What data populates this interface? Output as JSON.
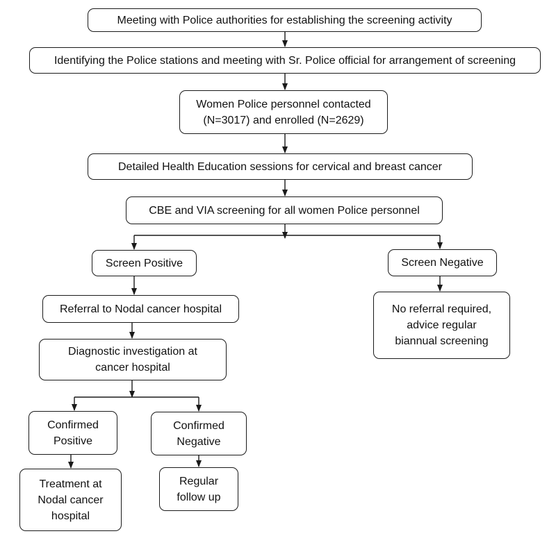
{
  "flowchart": {
    "step_meeting_police": "Meeting with Police authorities for establishing the screening activity",
    "step_identify_stations": "Identifying the Police stations and meeting with Sr. Police official for arrangement of screening",
    "step_personnel_contacted": "Women Police personnel contacted\n(N=3017) and enrolled (N=2629)",
    "step_health_education": "Detailed Health Education sessions for cervical and breast cancer",
    "step_cbe_via_screening": "CBE and VIA screening for all women Police personnel",
    "screen_positive": "Screen Positive",
    "screen_negative": "Screen Negative",
    "referral_nodal": "Referral to Nodal cancer hospital",
    "no_referral": "No referral required,\nadvice regular\nbiannual screening",
    "diagnostic_investigation": "Diagnostic investigation at\ncancer hospital",
    "confirmed_positive": "Confirmed\nPositive",
    "confirmed_negative": "Confirmed\nNegative",
    "treatment_nodal": "Treatment at\nNodal cancer\nhospital",
    "regular_follow_up": "Regular\nfollow up"
  },
  "colors": {
    "line": "#1a1a1a",
    "box_border": "#1a1a1a",
    "text": "#111111",
    "background": "#ffffff"
  }
}
